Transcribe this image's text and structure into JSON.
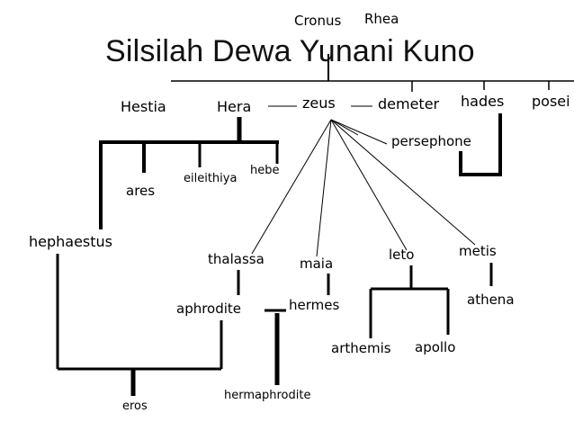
{
  "title": "Silsilah Dewa Yunani Kuno",
  "nodes": {
    "cronus": "Cronus",
    "rhea": "Rhea",
    "hestia": "Hestia",
    "hera": "Hera",
    "zeus": "zeus",
    "demeter": "demeter",
    "hades": "hades",
    "poseidon": "posei",
    "persephone": "persephone",
    "ares": "ares",
    "eileithiya": "eileithiya",
    "hebe": "hebe",
    "hephaestus": "hephaestus",
    "thalassa": "thalassa",
    "maia": "maia",
    "leto": "leto",
    "metis": "metis",
    "aphrodite": "aphrodite",
    "hermes": "hermes",
    "athena": "athena",
    "arthemis": "arthemis",
    "apollo": "apollo",
    "eros": "eros",
    "hermaphrodite": "hermaphrodite"
  }
}
